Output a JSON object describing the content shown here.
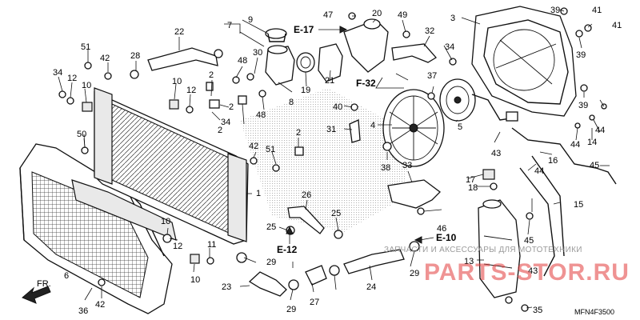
{
  "diagram_code": "MFN4F3500",
  "front_label": "FR.",
  "watermark": {
    "small": "ЗАПЧАСТИ И АКСЕССУАРЫ ДЛЯ МОТОТЕХНИКИ",
    "big": "PARTS-STOR.RU"
  },
  "references": {
    "e17": "E-17",
    "f32": "F-32",
    "e10": "E-10",
    "e12": "E-12"
  },
  "callouts": {
    "c1": "1",
    "c2a": "2",
    "c2b": "2",
    "c2c": "2",
    "c2d": "2",
    "c3": "3",
    "c4": "4",
    "c5": "5",
    "c6": "6",
    "c7": "7",
    "c8": "8",
    "c9": "9",
    "c10a": "10",
    "c10b": "10",
    "c10c": "10",
    "c10d": "10",
    "c11": "11",
    "c12a": "12",
    "c12b": "12",
    "c12c": "12",
    "c13": "13",
    "c14": "14",
    "c15": "15",
    "c16": "16",
    "c17": "17",
    "c18": "18",
    "c19": "19",
    "c20": "20",
    "c21": "21",
    "c22": "22",
    "c23": "23",
    "c24": "24",
    "c25a": "25",
    "c25b": "25",
    "c26": "26",
    "c27": "27",
    "c28": "28",
    "c29a": "29",
    "c29b": "29",
    "c29c": "29",
    "c30": "30",
    "c31": "31",
    "c32": "32",
    "c33": "33",
    "c34a": "34",
    "c34b": "34",
    "c34c": "34",
    "c35": "35",
    "c36": "36",
    "c37": "37",
    "c38": "38",
    "c39a": "39",
    "c39b": "39",
    "c39c": "39",
    "c40": "40",
    "c41a": "41",
    "c41b": "41",
    "c42a": "42",
    "c42b": "42",
    "c42c": "42",
    "c43a": "43",
    "c43b": "43",
    "c44a": "44",
    "c44b": "44",
    "c44c": "44",
    "c45a": "45",
    "c45b": "45",
    "c46": "46",
    "c47": "47",
    "c48a": "48",
    "c48b": "48",
    "c49": "49",
    "c50": "50",
    "c51a": "51",
    "c51b": "51"
  }
}
